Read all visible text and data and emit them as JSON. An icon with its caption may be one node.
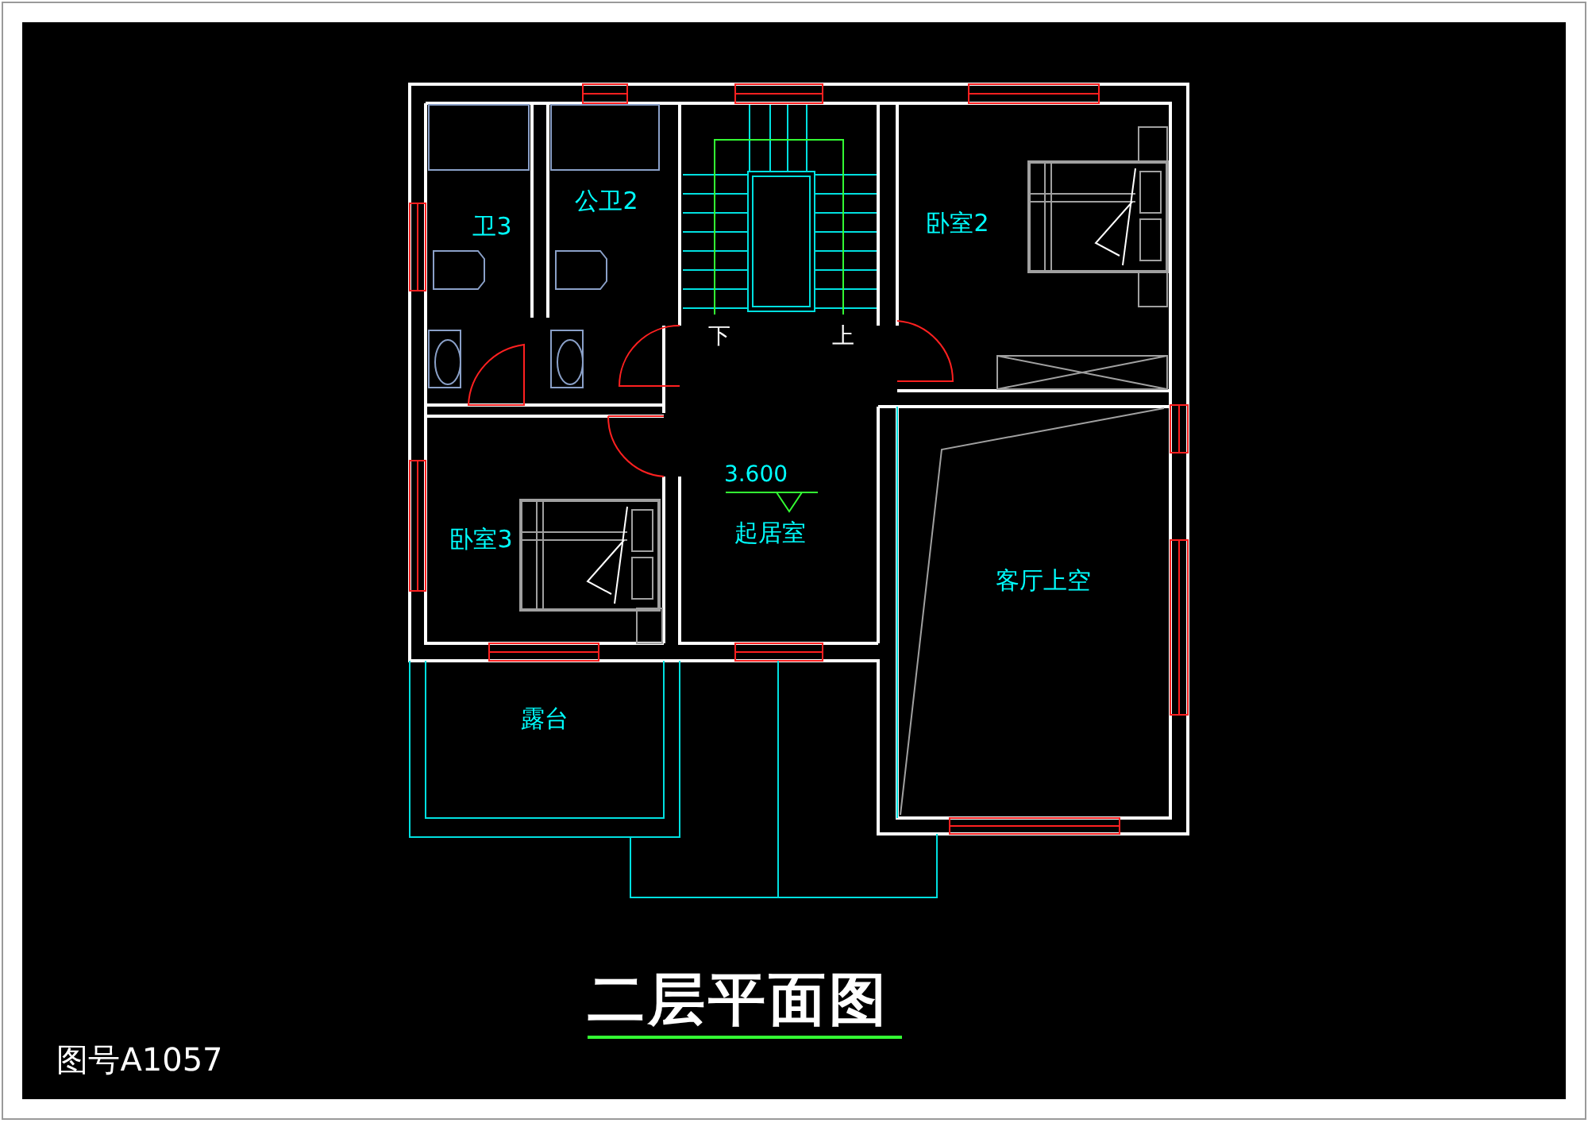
{
  "diagram": {
    "title": "二层平面图",
    "labels": [
      "卫3",
      "公卫2",
      "卧室2",
      "下",
      "上",
      "卧室3",
      "3.600",
      "起居室",
      "客厅上空",
      "露台",
      "图号A1057"
    ]
  }
}
